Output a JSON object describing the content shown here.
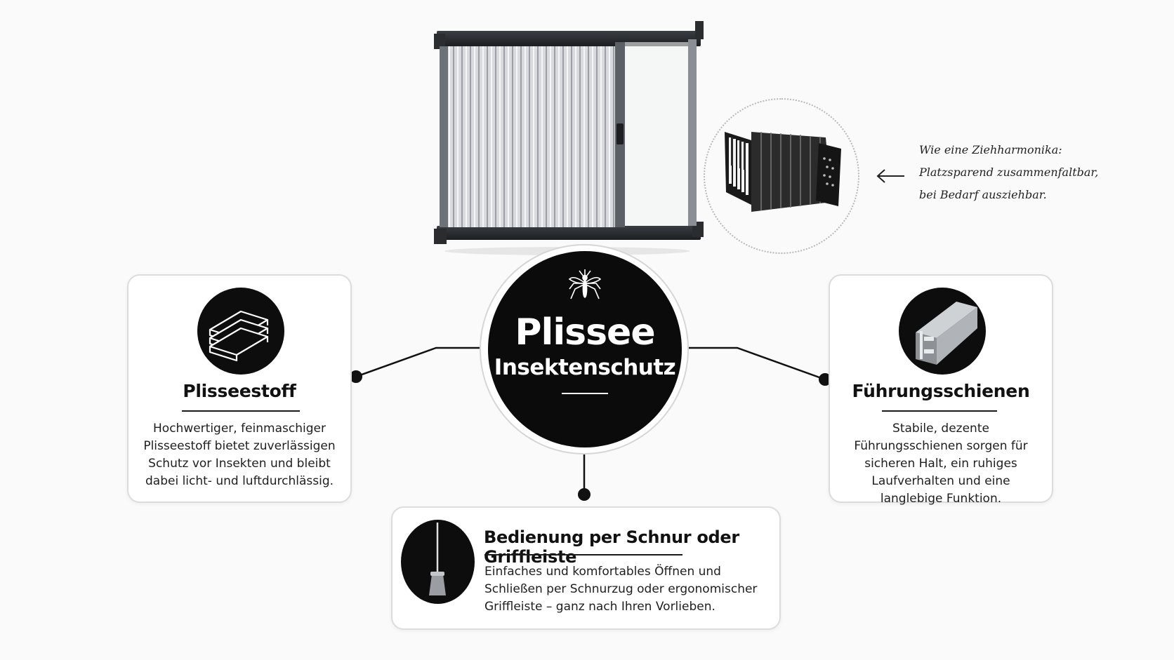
{
  "hub": {
    "title": "Plissee",
    "subtitle": "Insektenschutz",
    "icon": "mosquito-icon"
  },
  "accordion_note": {
    "line1": "Wie eine Ziehharmonika:",
    "line2": "Platzsparend zusammenfaltbar,",
    "line3": "bei Bedarf ausziehbar.",
    "icon": "arrow-left-icon"
  },
  "features": {
    "left": {
      "title": "Plisseestoff",
      "text": "Hochwertiger, feinmaschiger Plisseestoff bietet zuverlässigen Schutz vor Insekten und bleibt dabei licht- und luftdurchlässig.",
      "icon": "pleated-fabric-icon"
    },
    "right": {
      "title": "Führungsschienen",
      "text": "Stabile, dezente Führungsschienen sorgen für sicheren Halt, ein ruhiges Laufverhalten und eine langlebige Funktion.",
      "icon": "guide-rail-icon"
    },
    "bottom": {
      "title": "Bedienung per Schnur oder Griffleiste",
      "text": "Einfaches und komfortables Öffnen und Schließen per Schnurzug oder ergonomischer Griffleiste – ganz nach Ihren Vorlieben.",
      "icon": "cord-handle-icon"
    }
  },
  "colors": {
    "background": "#fafafa",
    "dark": "#0b0b0b",
    "card_border": "#dcdcdc"
  }
}
